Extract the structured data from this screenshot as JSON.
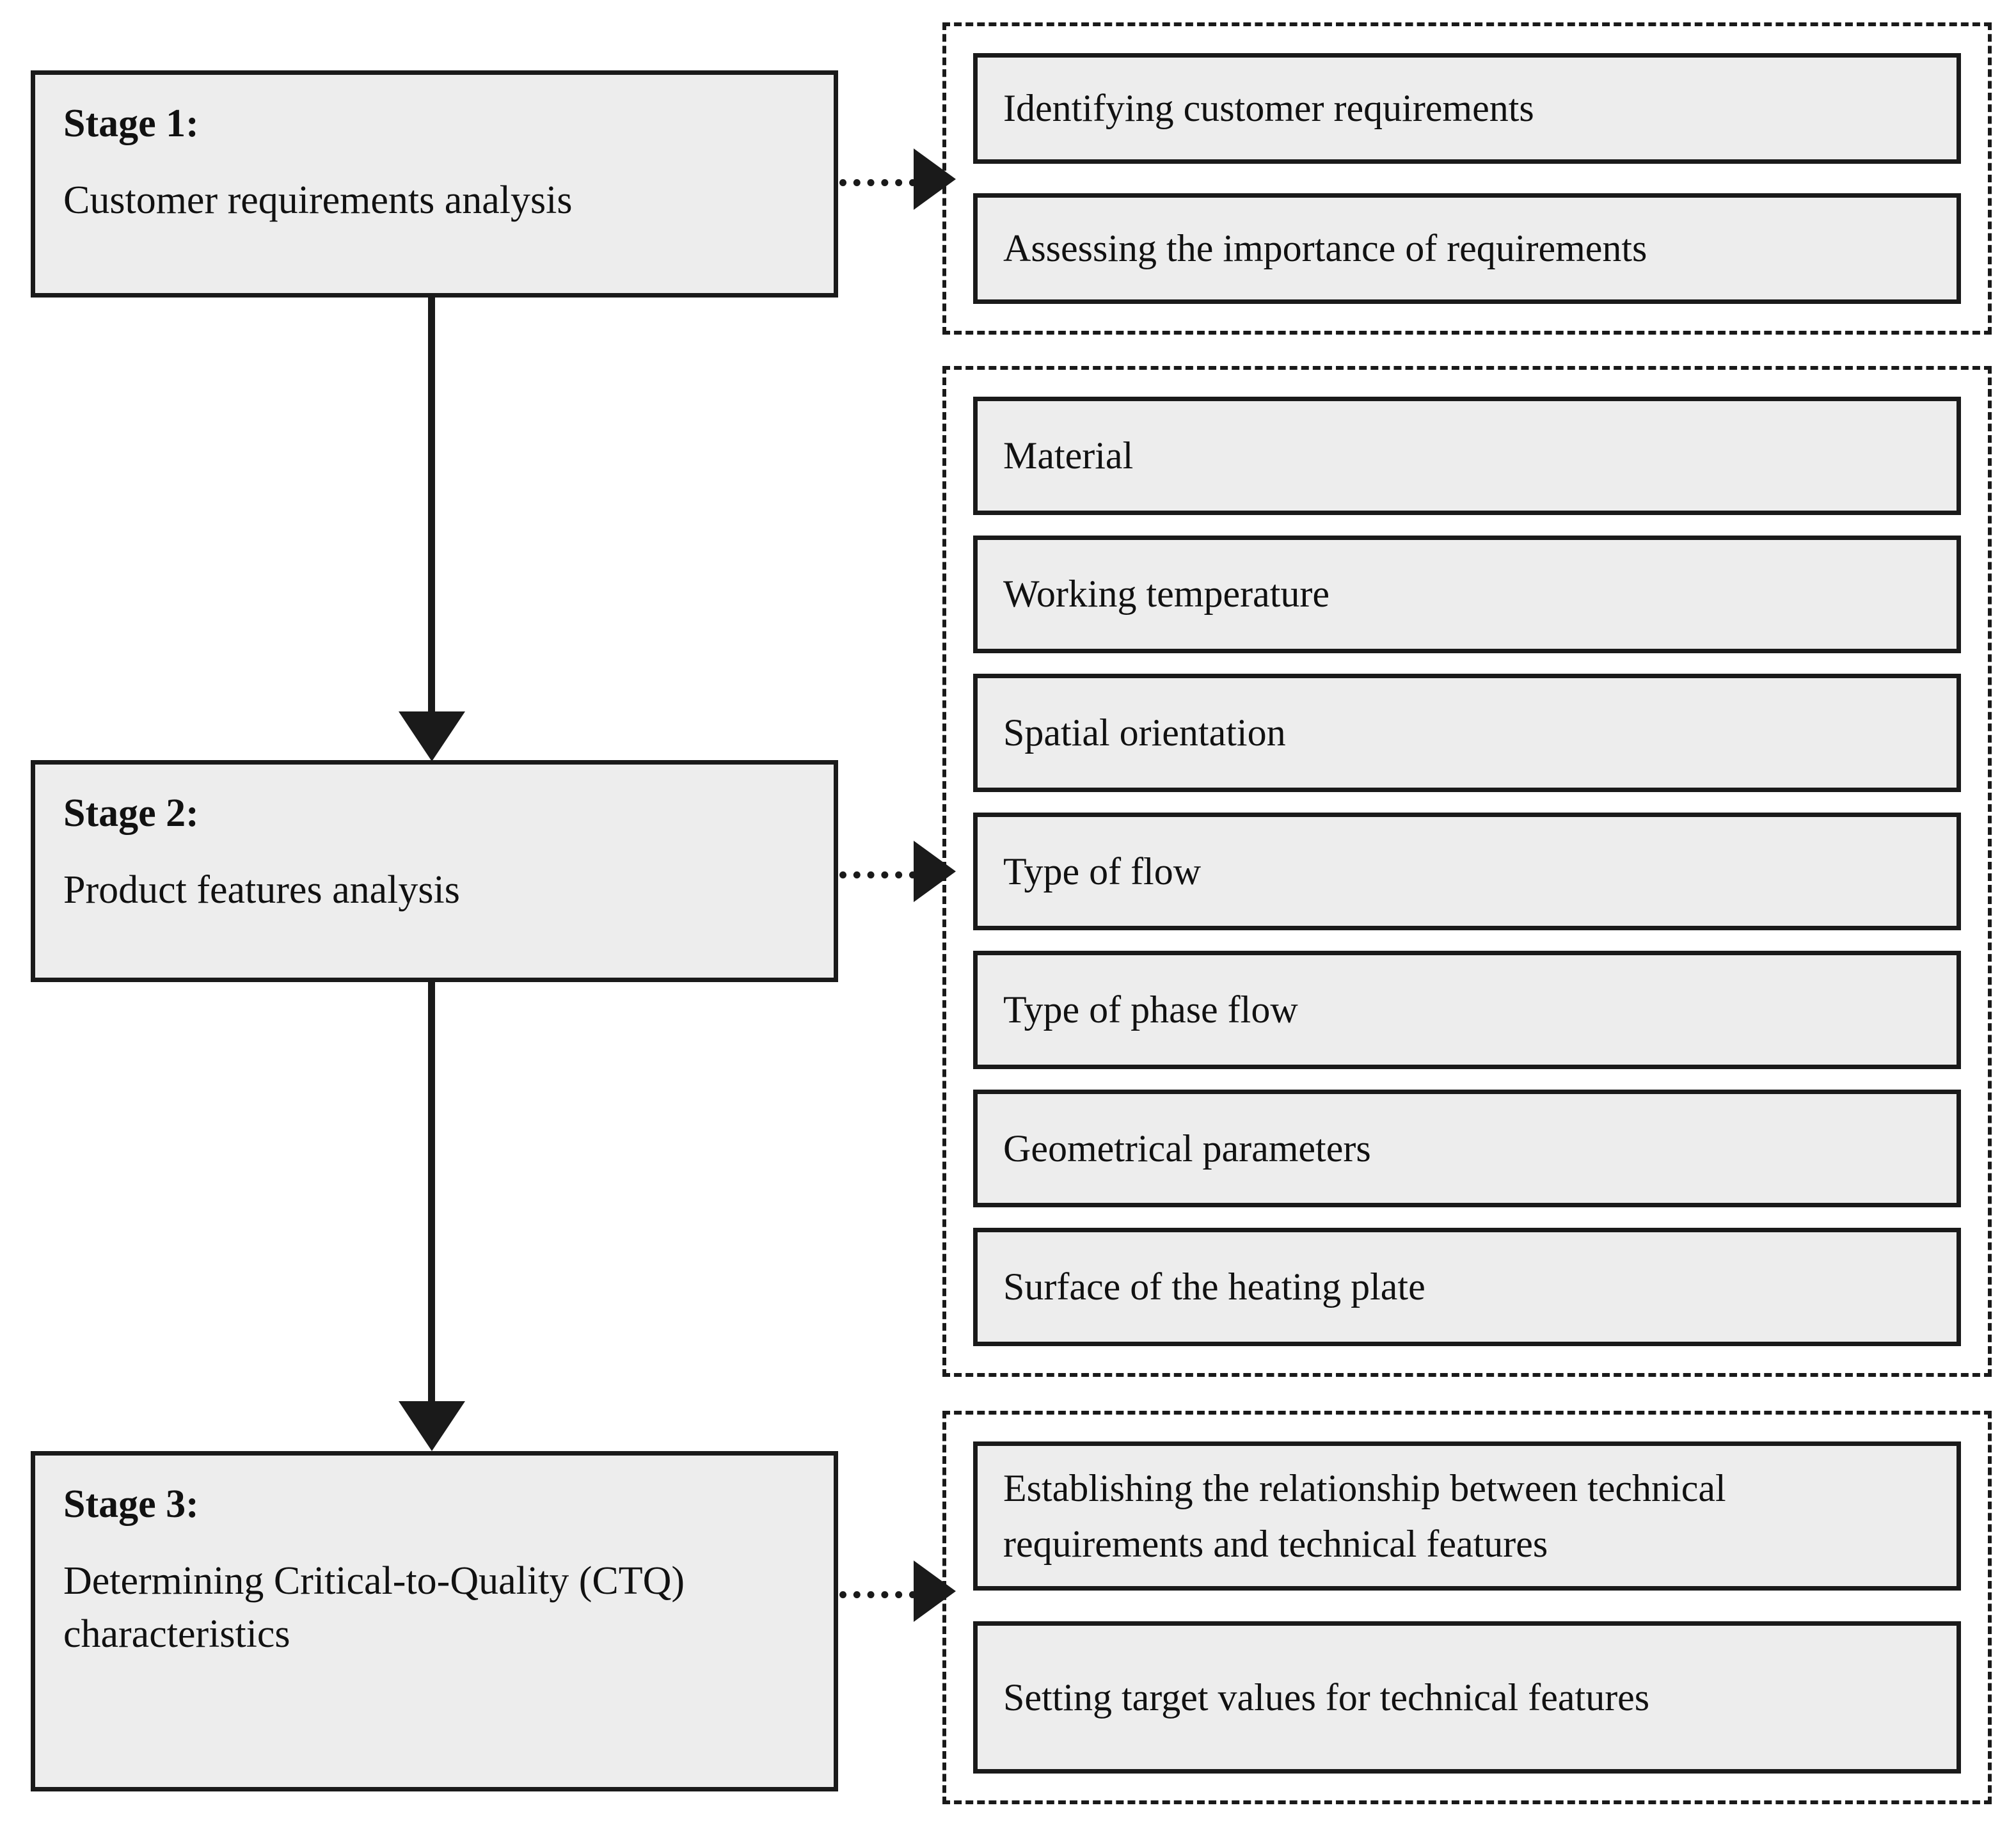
{
  "diagram": {
    "title": "Three-stage product requirement analysis flow",
    "colors": {
      "box_fill": "#ededed",
      "box_border": "#1a1a1a",
      "group_border": "#1a1a1a",
      "background": "#ffffff",
      "text": "#111111"
    }
  },
  "stages": [
    {
      "id": "stage-1",
      "title": "Stage 1:",
      "description": "Customer requirements analysis"
    },
    {
      "id": "stage-2",
      "title": "Stage 2:",
      "description": "Product features analysis"
    },
    {
      "id": "stage-3",
      "title": "Stage 3:",
      "description": "Determining Critical-to-Quality (CTQ) characteristics"
    }
  ],
  "groups": [
    {
      "id": "group-1",
      "for_stage": "stage-1",
      "items": [
        "Identifying customer requirements",
        "Assessing the importance of requirements"
      ]
    },
    {
      "id": "group-2",
      "for_stage": "stage-2",
      "items": [
        "Material",
        "Working temperature",
        "Spatial orientation",
        "Type of flow",
        "Type of phase flow",
        "Geometrical parameters",
        "Surface of the heating plate"
      ]
    },
    {
      "id": "group-3",
      "for_stage": "stage-3",
      "items": [
        "Establishing the relationship between technical requirements and technical features",
        "Setting target values for technical features"
      ]
    }
  ],
  "connectors": {
    "vertical": [
      {
        "from": "stage-1",
        "to": "stage-2",
        "style": "solid-arrow"
      },
      {
        "from": "stage-2",
        "to": "stage-3",
        "style": "solid-arrow"
      }
    ],
    "horizontal": [
      {
        "from": "stage-1",
        "to": "group-1",
        "style": "dotted-arrow"
      },
      {
        "from": "stage-2",
        "to": "group-2",
        "style": "dotted-arrow"
      },
      {
        "from": "stage-3",
        "to": "group-3",
        "style": "dotted-arrow"
      }
    ]
  }
}
